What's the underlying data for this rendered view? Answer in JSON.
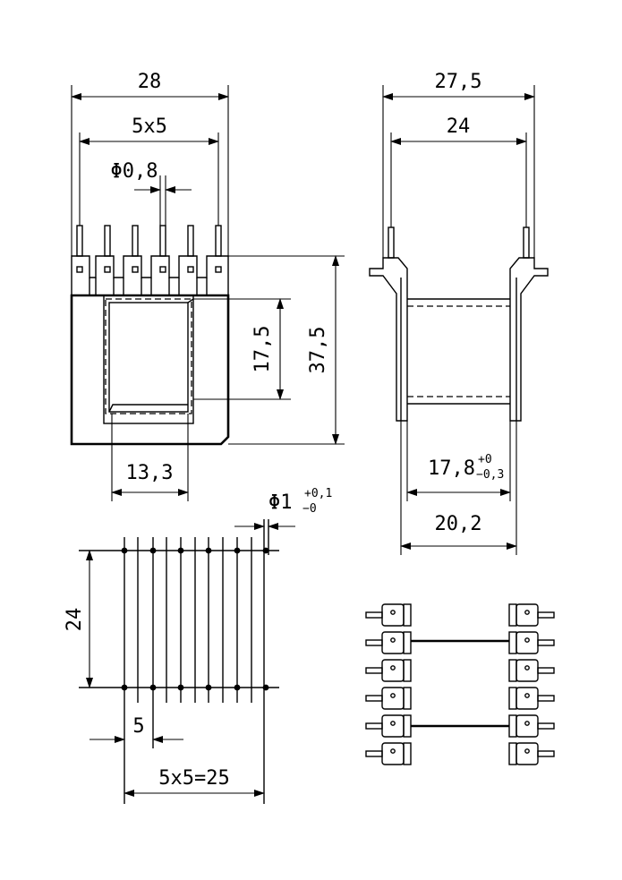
{
  "front_view": {
    "width_label": "28",
    "pitch_label": "5x5",
    "pin_dia_label": "Φ0,8",
    "window_height_label": "17,5",
    "height_label": "37,5",
    "window_width_label": "13,3"
  },
  "side_view": {
    "width_label": "27,5",
    "pin_span_label": "24",
    "bobbin_len_label": "17,8",
    "bobbin_tol_upper": "+0",
    "bobbin_tol_lower": "−0,3",
    "flange_span_label": "20,2"
  },
  "pcb_layout": {
    "hole_dia_label": "Φ1",
    "hole_tol_upper": "+0,1",
    "hole_tol_lower": "−0",
    "row_span_label": "24",
    "pitch_label": "5",
    "total_label": "5x5=25"
  }
}
